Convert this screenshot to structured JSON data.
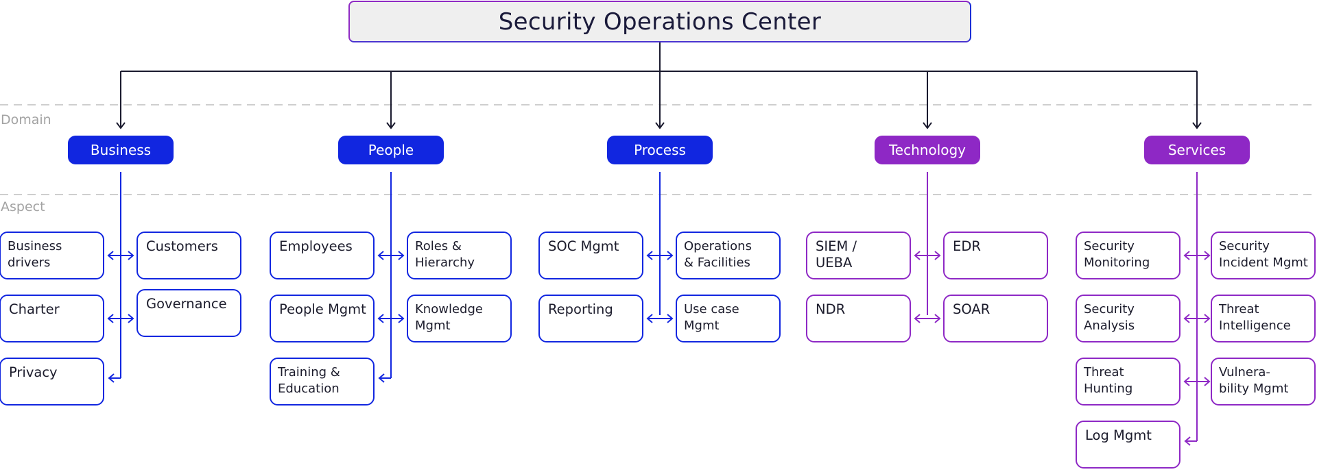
{
  "title": "Security Operations Center",
  "tiers": {
    "domain": "Domain",
    "aspect": "Aspect"
  },
  "colors": {
    "blue": "#1126e0",
    "purple": "#8e28c5",
    "connector": "#1a1a2e",
    "divider": "#bdbdbd"
  },
  "domains": [
    {
      "label": "Business",
      "color": "blue",
      "aspects": [
        {
          "label": "Business\ndrivers",
          "col": "left",
          "row": 0
        },
        {
          "label": "Customers",
          "col": "right",
          "row": 0
        },
        {
          "label": "Charter",
          "col": "left",
          "row": 1
        },
        {
          "label": "Governance",
          "col": "right",
          "row": 1,
          "offset": -8
        },
        {
          "label": "Privacy",
          "col": "left",
          "row": 2
        }
      ]
    },
    {
      "label": "People",
      "color": "blue",
      "aspects": [
        {
          "label": "Employees",
          "col": "left",
          "row": 0
        },
        {
          "label": "Roles &\nHierarchy",
          "col": "right",
          "row": 0
        },
        {
          "label": "People Mgmt",
          "col": "left",
          "row": 1
        },
        {
          "label": "Knowledge\nMgmt",
          "col": "right",
          "row": 1
        },
        {
          "label": "Training &\nEducation",
          "col": "left",
          "row": 2
        }
      ]
    },
    {
      "label": "Process",
      "color": "blue",
      "aspects": [
        {
          "label": "SOC Mgmt",
          "col": "left",
          "row": 0
        },
        {
          "label": "Operations\n& Facilities",
          "col": "right",
          "row": 0
        },
        {
          "label": "Reporting",
          "col": "left",
          "row": 1
        },
        {
          "label": "Use case\nMgmt",
          "col": "right",
          "row": 1
        }
      ]
    },
    {
      "label": "Technology",
      "color": "purple",
      "aspects": [
        {
          "label": "SIEM /\nUEBA",
          "col": "left",
          "row": 0
        },
        {
          "label": "EDR",
          "col": "right",
          "row": 0
        },
        {
          "label": "NDR",
          "col": "left",
          "row": 1
        },
        {
          "label": "SOAR",
          "col": "right",
          "row": 1
        }
      ]
    },
    {
      "label": "Services",
      "color": "purple",
      "aspects": [
        {
          "label": "Security\nMonitoring",
          "col": "left",
          "row": 0
        },
        {
          "label": "Security\nIncident Mgmt",
          "col": "right",
          "row": 0
        },
        {
          "label": "Security\nAnalysis",
          "col": "left",
          "row": 1
        },
        {
          "label": "Threat\nIntelligence",
          "col": "right",
          "row": 1
        },
        {
          "label": "Threat\nHunting",
          "col": "left",
          "row": 2
        },
        {
          "label": "Vulnera-\nbility Mgmt",
          "col": "right",
          "row": 2
        },
        {
          "label": "Log Mgmt",
          "col": "left",
          "row": 3
        }
      ]
    }
  ]
}
